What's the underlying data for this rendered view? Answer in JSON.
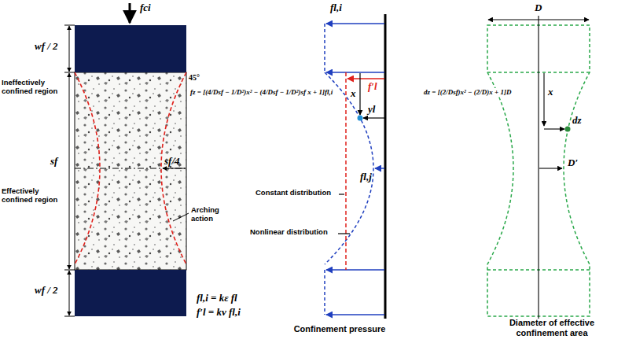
{
  "diagram": {
    "labels": [
      "fci",
      "wf / 2",
      "Ineffectively confined region",
      "45°",
      "sf",
      "sf/4",
      "Effectively confined region",
      "Arching action",
      "wf / 2",
      "fl,i = kε fl",
      "f′l = kv fl,i",
      "fl,i",
      "f′l",
      "x",
      "yl",
      "fz = [(4/Dsf − 1/D²)x² − (4/Dsf − 1/D²)sf x + 1]fl,i",
      "fl,j",
      "Constant distribution",
      "Nonlinear distribution",
      "Confinement pressure",
      "D",
      "dz = [(2/Dsf)x² − (2/D)x + 1]D",
      "x",
      "dz",
      "D′",
      "Diameter of effective confinement area"
    ]
  }
}
